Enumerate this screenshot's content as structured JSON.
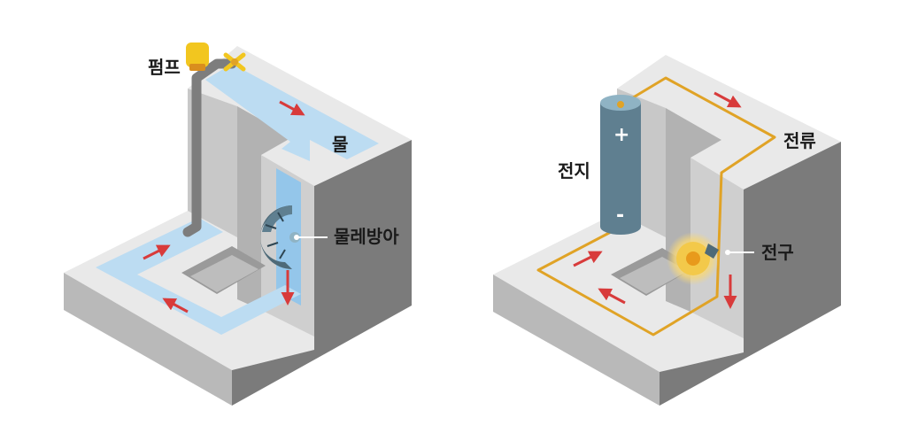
{
  "water_diagram": {
    "labels": {
      "pump": "펌프",
      "water": "물",
      "waterwheel": "물레방아"
    }
  },
  "circuit_diagram": {
    "labels": {
      "battery": "전지",
      "current": "전류",
      "bulb": "전구"
    },
    "battery_terminals": {
      "positive": "+",
      "negative": "-"
    }
  },
  "colors": {
    "block_top": "#e9e9e9",
    "block_left": "#b9b9b9",
    "block_right": "#7b7b7b",
    "inner_wall_light": "#c8c8c8",
    "inner_wall_dark": "#a8a8a8",
    "water": "#bcdcf2",
    "water_fall": "#94c6ea",
    "pipe": "#7d7d7d",
    "pump": "#f2c61f",
    "arrow": "#d83b3b",
    "wire": "#e0a326",
    "battery": "#5f7f90",
    "battery_top": "#8fb3c4",
    "bulb_glow": "#f6d77a",
    "bulb_core": "#e89a1c",
    "wheel": "#4e6a78"
  }
}
